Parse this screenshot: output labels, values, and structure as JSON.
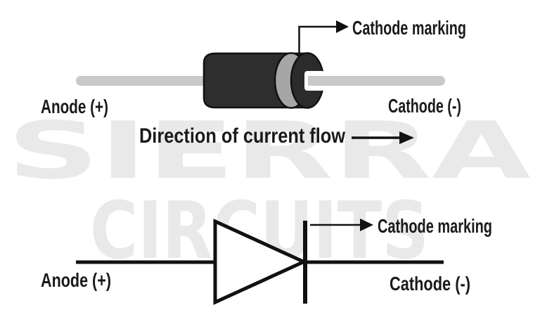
{
  "watermark": {
    "line1": "SIERRA",
    "line2": "CIRCUITS"
  },
  "top_diagram": {
    "anode_label": "Anode (+)",
    "cathode_label": "Cathode (-)",
    "cathode_marking_label": "Cathode marking",
    "direction_label": "Direction of current flow"
  },
  "bottom_diagram": {
    "anode_label": "Anode (+)",
    "cathode_label": "Cathode (-)",
    "cathode_marking_label": "Cathode marking"
  },
  "colors": {
    "background": "#ffffff",
    "diode_body": "#2e2e2e",
    "end_cap": "#2b2b2b",
    "cathode_band": "#a6a6a6",
    "lead_wire": "#c9c9c9",
    "outline": "#111111",
    "text": "#1a1a1a",
    "watermark": "#e9e9e9"
  }
}
